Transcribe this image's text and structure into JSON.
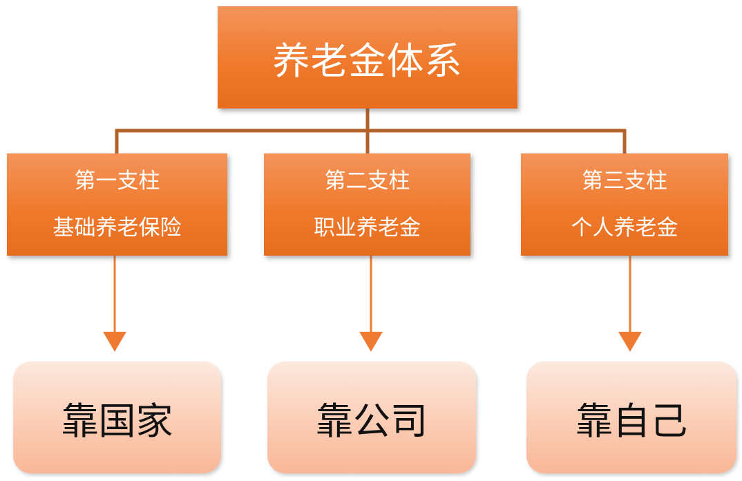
{
  "diagram": {
    "root": {
      "label": "养老金体系"
    },
    "pillars": [
      {
        "title": "第一支柱",
        "subtitle": "基础养老保险"
      },
      {
        "title": "第二支柱",
        "subtitle": "职业养老金"
      },
      {
        "title": "第三支柱",
        "subtitle": "个人养老金"
      }
    ],
    "sources": [
      {
        "label": "靠国家"
      },
      {
        "label": "靠公司"
      },
      {
        "label": "靠自己"
      }
    ]
  },
  "colors": {
    "box_orange": "#f07a2c",
    "connector": "#b5622a",
    "arrow": "#ee7b31",
    "box_pink": "#fbcfb8",
    "text_dark": "#111111",
    "text_light": "#ffffff"
  }
}
